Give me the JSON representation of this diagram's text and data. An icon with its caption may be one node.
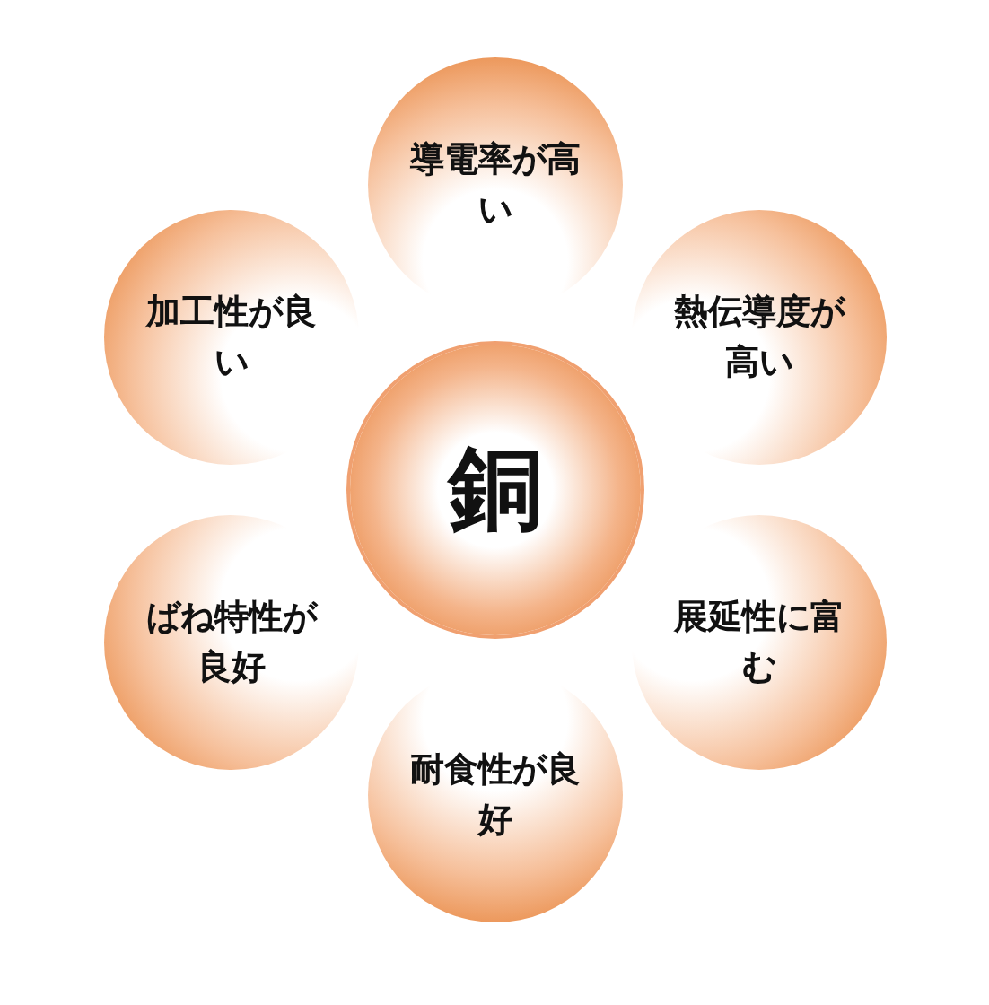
{
  "diagram": {
    "nodes": [
      {
        "text": [
          "銅"
        ]
      },
      {
        "text": [
          "導電率が高い"
        ]
      },
      {
        "text": [
          "熱伝導度が高い"
        ]
      },
      {
        "text": [
          "展延性に富む"
        ]
      },
      {
        "text": [
          "耐食性が良好"
        ]
      },
      {
        "text": [
          "ばね特性が良好"
        ]
      },
      {
        "text": [
          "加工性が良い"
        ]
      }
    ]
  }
}
